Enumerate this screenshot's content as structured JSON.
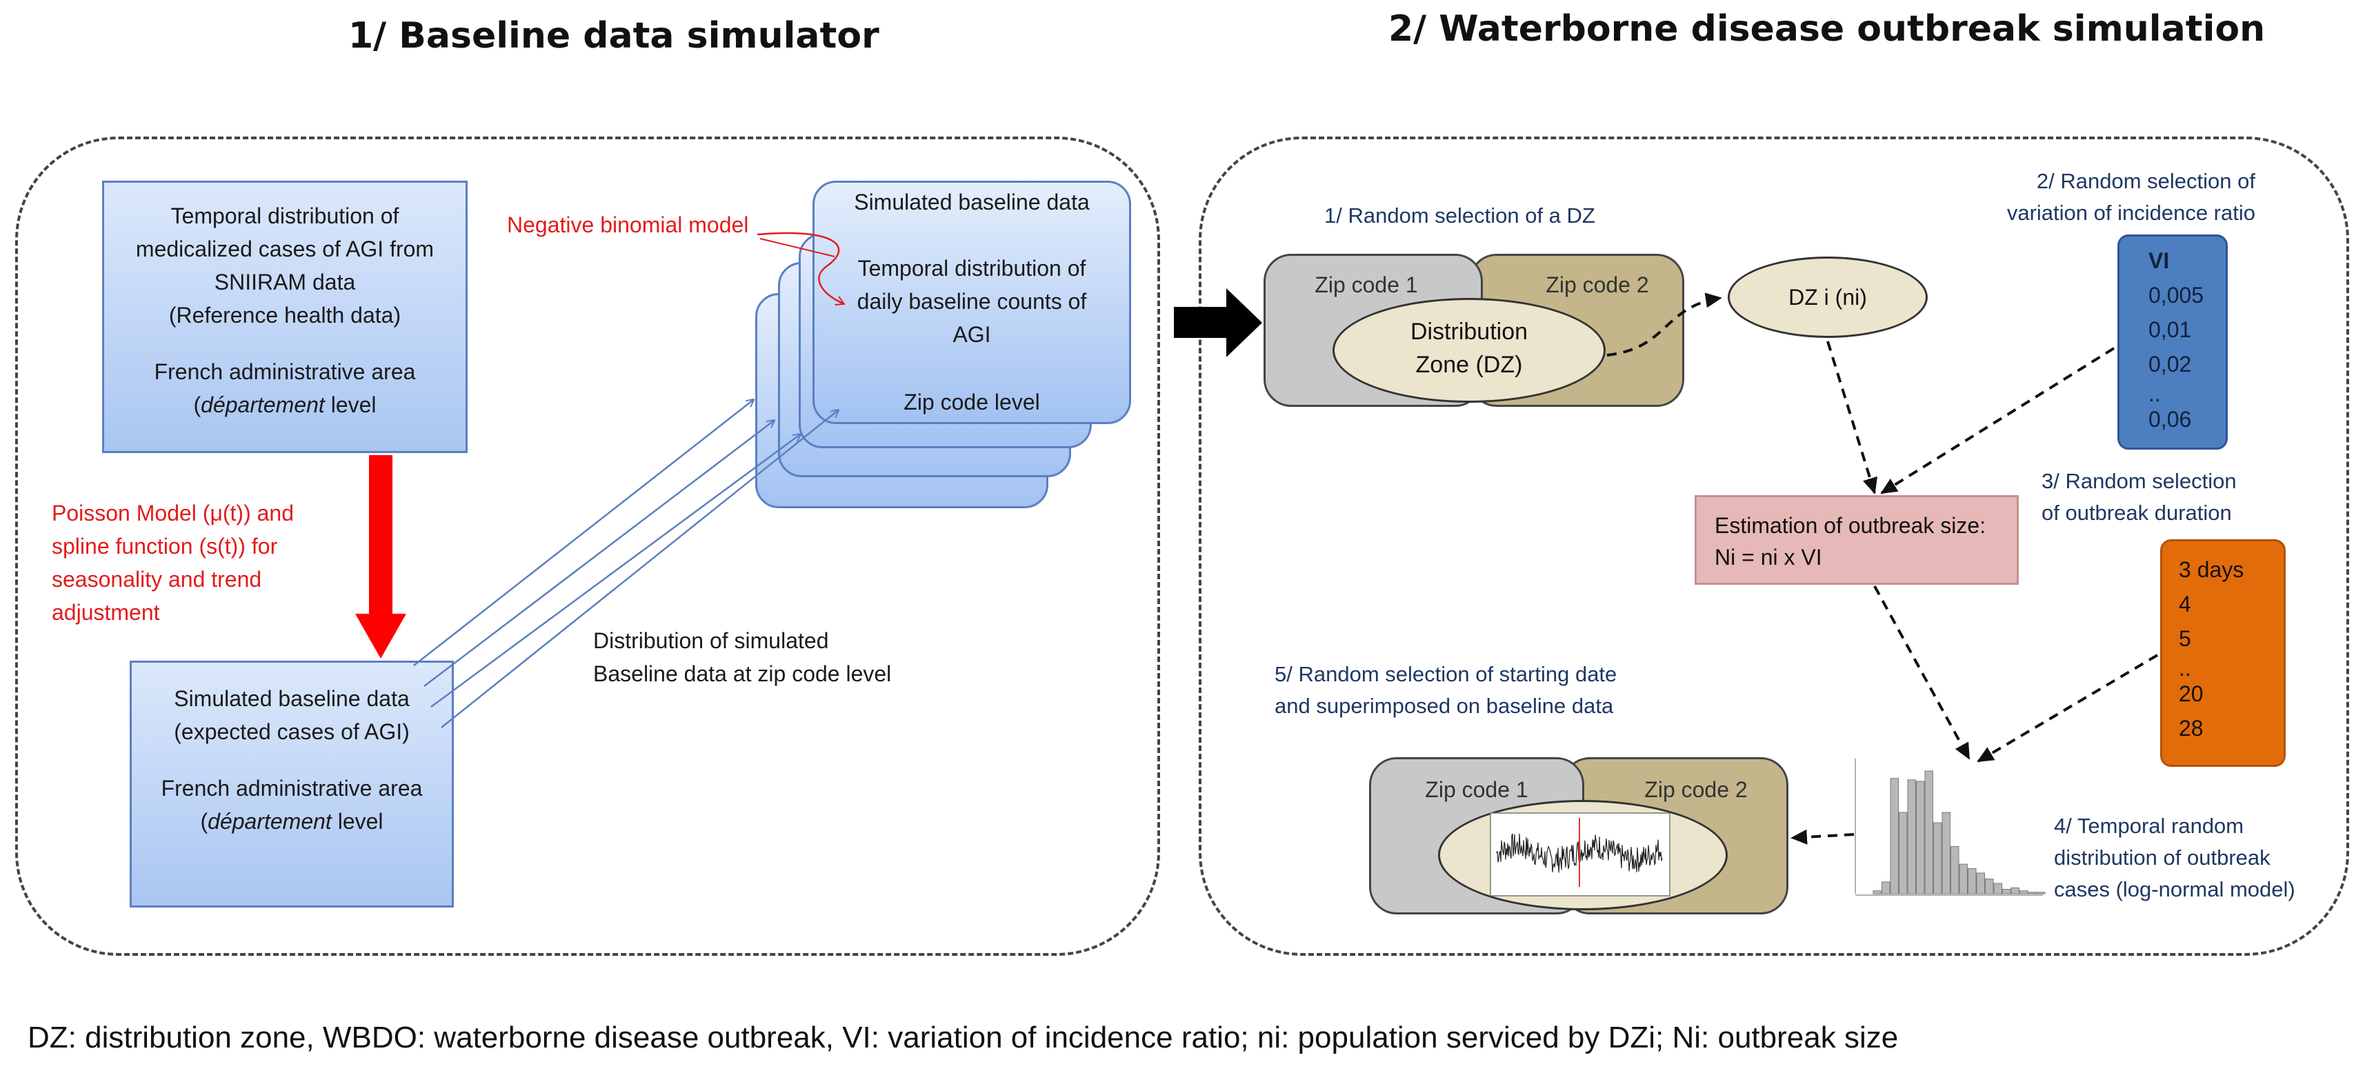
{
  "titles": {
    "left": "1/ Baseline data simulator",
    "right": "2/ Waterborne disease outbreak simulation"
  },
  "left_panel": {
    "reference_box": {
      "line1": "Temporal distribution of",
      "line2": "medicalized cases of AGI from",
      "line3": "SNIIRAM data",
      "line4": "(Reference health data)",
      "line5": "French administrative area",
      "line6_italic": "département",
      "line6_rest": " level"
    },
    "poisson_label": {
      "line1": "Poisson Model (μ(t)) and",
      "line2": "spline function (s(t)) for",
      "line3": "seasonality and trend",
      "line4": "adjustment"
    },
    "negbin_label": "Negative binomial model",
    "simulated_box": {
      "line1": "Simulated baseline data",
      "line2": "(expected cases of AGI)",
      "line3": "French administrative area",
      "line4_italic": "département",
      "line4_rest": " level"
    },
    "stack_front": {
      "line1": "Simulated baseline data",
      "line2": "Temporal distribution of",
      "line3": "daily baseline counts of",
      "line4": "AGI",
      "line5": "Zip code level"
    },
    "distribution_label": {
      "line1": "Distribution of simulated",
      "line2": "Baseline data at zip code level"
    }
  },
  "right_panel": {
    "step1": "1/ Random selection of a DZ",
    "zip1": "Zip code 1",
    "zip2": "Zip code 2",
    "dz_line1": "Distribution",
    "dz_line2": "Zone (DZ)",
    "dzi": "DZ i (ni)",
    "step2": {
      "line1": "2/ Random selection of",
      "line2": "variation of incidence ratio"
    },
    "vi_values": [
      "VI",
      "0,005",
      "0,01",
      "0,02",
      "..",
      "0,06"
    ],
    "step3": {
      "line1": "3/ Random selection",
      "line2": "of outbreak duration"
    },
    "duration_values": [
      "3 days",
      "4",
      "5",
      "..",
      "20",
      "28"
    ],
    "estimation": {
      "line1": "Estimation of outbreak size:",
      "line2": "Ni = ni x VI"
    },
    "step5": {
      "line1": "5/ Random selection of starting date",
      "line2": "and superimposed on baseline data"
    },
    "zip1_bottom": "Zip code 1",
    "zip2_bottom": "Zip code 2",
    "step4": {
      "line1": "4/ Temporal random",
      "line2": "distribution of outbreak",
      "line3": "cases (log-normal model)"
    }
  },
  "histogram": {
    "values": [
      2,
      8,
      78,
      55,
      77,
      76,
      83,
      48,
      55,
      32,
      20,
      17,
      14,
      10,
      7,
      3,
      4,
      2,
      1,
      1
    ]
  },
  "footer": "DZ: distribution  zone,  WBDO: waterborne  disease  outbreak,   VI: variation  of  incidence  ratio;  ni:  population  serviced  by  DZi;  Ni:  outbreak  size",
  "colors": {
    "red_arrow": "#ff0000",
    "vi_box": "#4d7ebf",
    "duration_box": "#e36c0a",
    "estimation_box": "#e6b8b7",
    "dz_ellipse": "#ece5cd",
    "zip1_box": "#c8c8c8",
    "zip2_box": "#c4b68a"
  }
}
